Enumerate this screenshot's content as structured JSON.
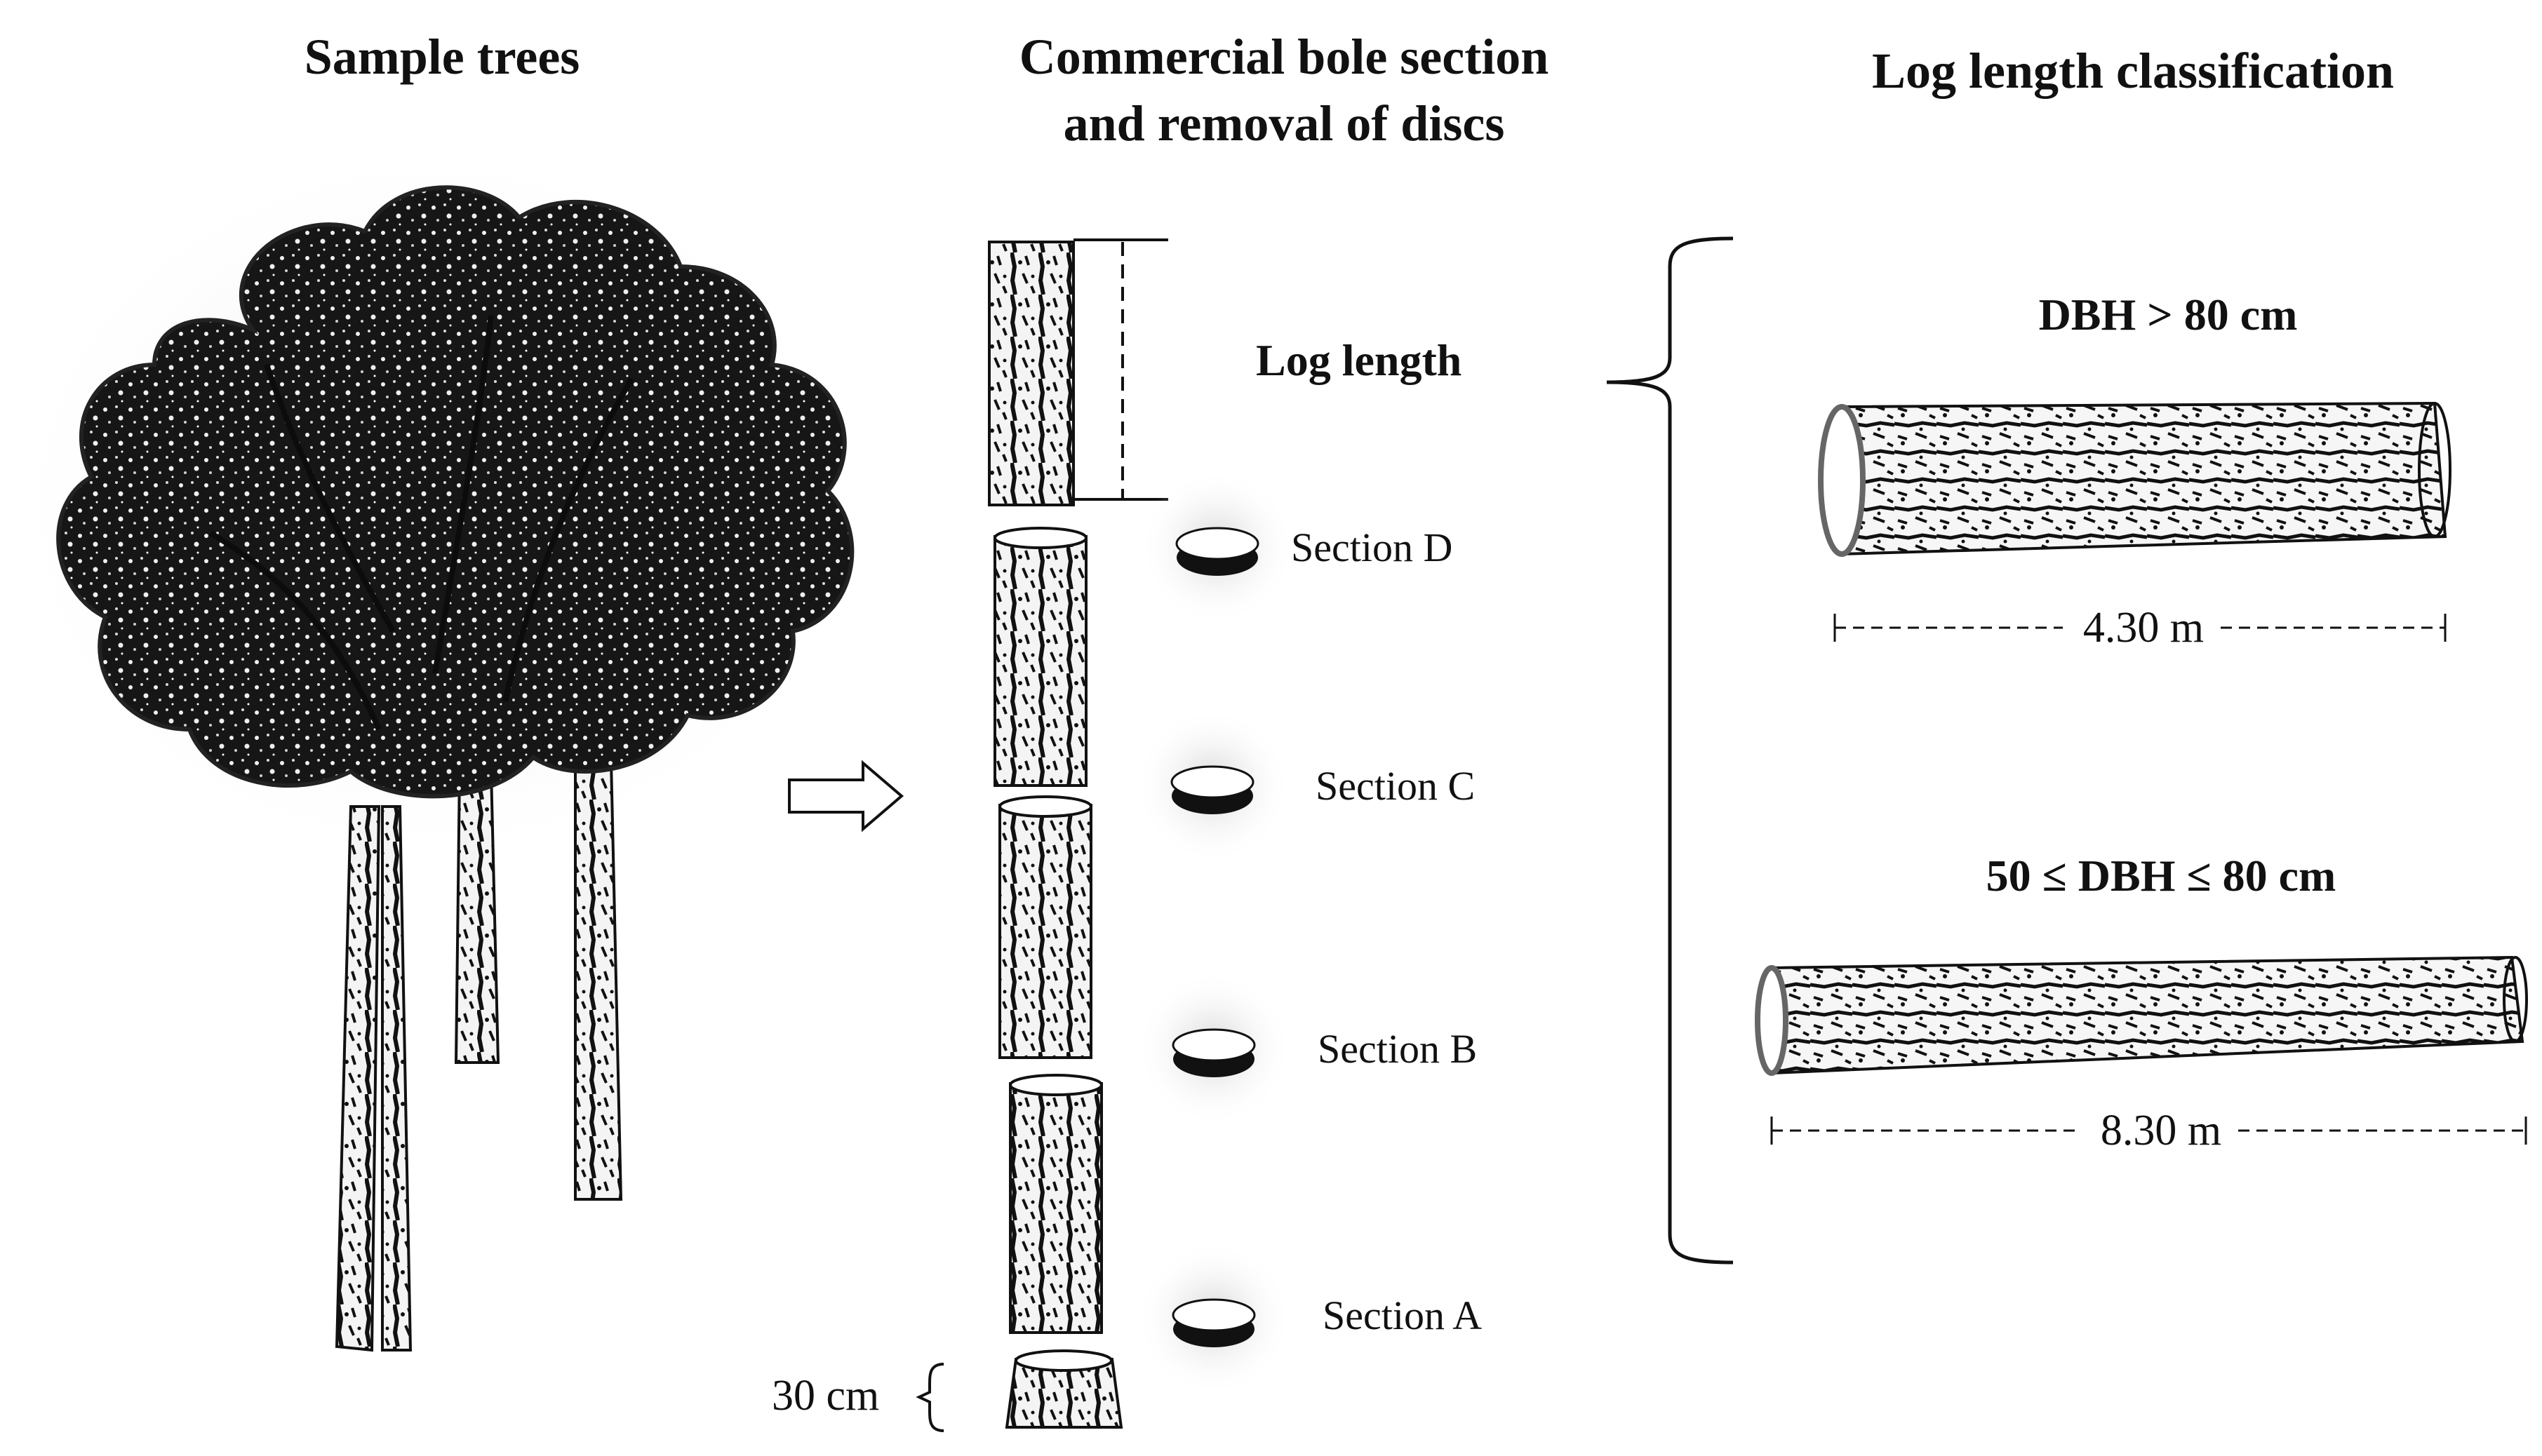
{
  "headings": {
    "sample_trees": "Sample trees",
    "bole_line1": "Commercial bole section",
    "bole_line2": "and removal of discs",
    "log_class": "Log length classification"
  },
  "labels": {
    "log_length": "Log length",
    "section_d": "Section D",
    "section_c": "Section C",
    "section_b": "Section B",
    "section_a": "Section A",
    "stump": "30 cm"
  },
  "classes": {
    "large": {
      "dbh": "DBH  > 80 cm",
      "length": "4.30 m"
    },
    "medium": {
      "dbh": "50  ≤   DBH   ≤ 80 cm",
      "length": "8.30 m"
    }
  },
  "colors": {
    "ink": "#111111",
    "bark_light": "#f2f2f2",
    "canopy": "#1a1a1a",
    "disc_shadow": "#d9d9d9"
  }
}
